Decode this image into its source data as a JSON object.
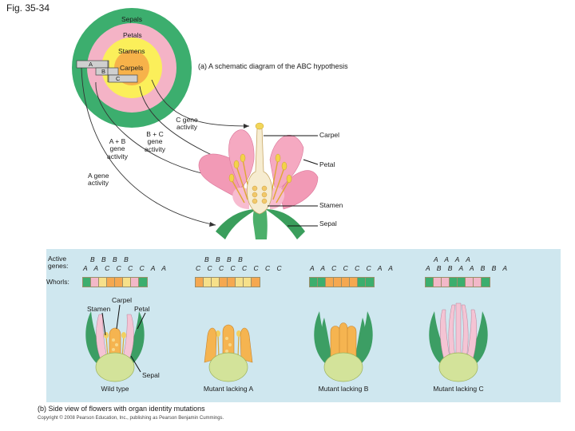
{
  "figure_label": "Fig. 35-34",
  "panel_a": {
    "caption": "(a) A schematic diagram of the ABC hypothesis",
    "rings": {
      "sepals": "Sepals",
      "petals": "Petals",
      "stamens": "Stamens",
      "carpels": "Carpels"
    },
    "boxes": {
      "a": "A",
      "b": "B",
      "c": "C"
    },
    "activity_labels": {
      "c": [
        "C gene",
        "activity"
      ],
      "bc": [
        "B + C",
        "gene",
        "activity"
      ],
      "ab": [
        "A + B",
        "gene",
        "activity"
      ],
      "a": [
        "A gene",
        "activity"
      ]
    },
    "flower_labels": {
      "carpel": "Carpel",
      "petal": "Petal",
      "stamen": "Stamen",
      "sepal": "Sepal"
    }
  },
  "panel_b": {
    "caption": "(b) Side view of flowers with organ identity mutations",
    "active_genes_label": [
      "Active",
      "genes:"
    ],
    "whorls_label": "Whorls:",
    "colors": {
      "sepal": "#3cae6e",
      "petal": "#f2b8c8",
      "stamen": "#f6e08a",
      "carpel": "#f5a850"
    },
    "genotypes": [
      {
        "name": "Wild type",
        "top_row": "B B     B B",
        "bottom_row": "A A C C C C A A",
        "whorls": [
          "sepal",
          "petal",
          "stamen",
          "carpel",
          "carpel",
          "stamen",
          "petal",
          "sepal"
        ]
      },
      {
        "name": "Mutant lacking A",
        "top_row": "B B     B B",
        "bottom_row": "C C C C C C C C",
        "whorls": [
          "carpel",
          "stamen",
          "stamen",
          "carpel",
          "carpel",
          "stamen",
          "stamen",
          "carpel"
        ]
      },
      {
        "name": "Mutant lacking B",
        "top_row": "",
        "bottom_row": "A A C C C C A A",
        "whorls": [
          "sepal",
          "sepal",
          "carpel",
          "carpel",
          "carpel",
          "carpel",
          "sepal",
          "sepal"
        ]
      },
      {
        "name": "Mutant lacking C",
        "top_row": "A A     A A",
        "bottom_row": "A B B A A B B A",
        "whorls": [
          "sepal",
          "petal",
          "petal",
          "sepal",
          "sepal",
          "petal",
          "petal",
          "sepal"
        ]
      }
    ],
    "wild_type_labels": {
      "carpel": "Carpel",
      "stamen": "Stamen",
      "petal": "Petal",
      "sepal": "Sepal"
    }
  },
  "copyright": "Copyright © 2008 Pearson Education, Inc., publishing as Pearson Benjamin Cummings."
}
